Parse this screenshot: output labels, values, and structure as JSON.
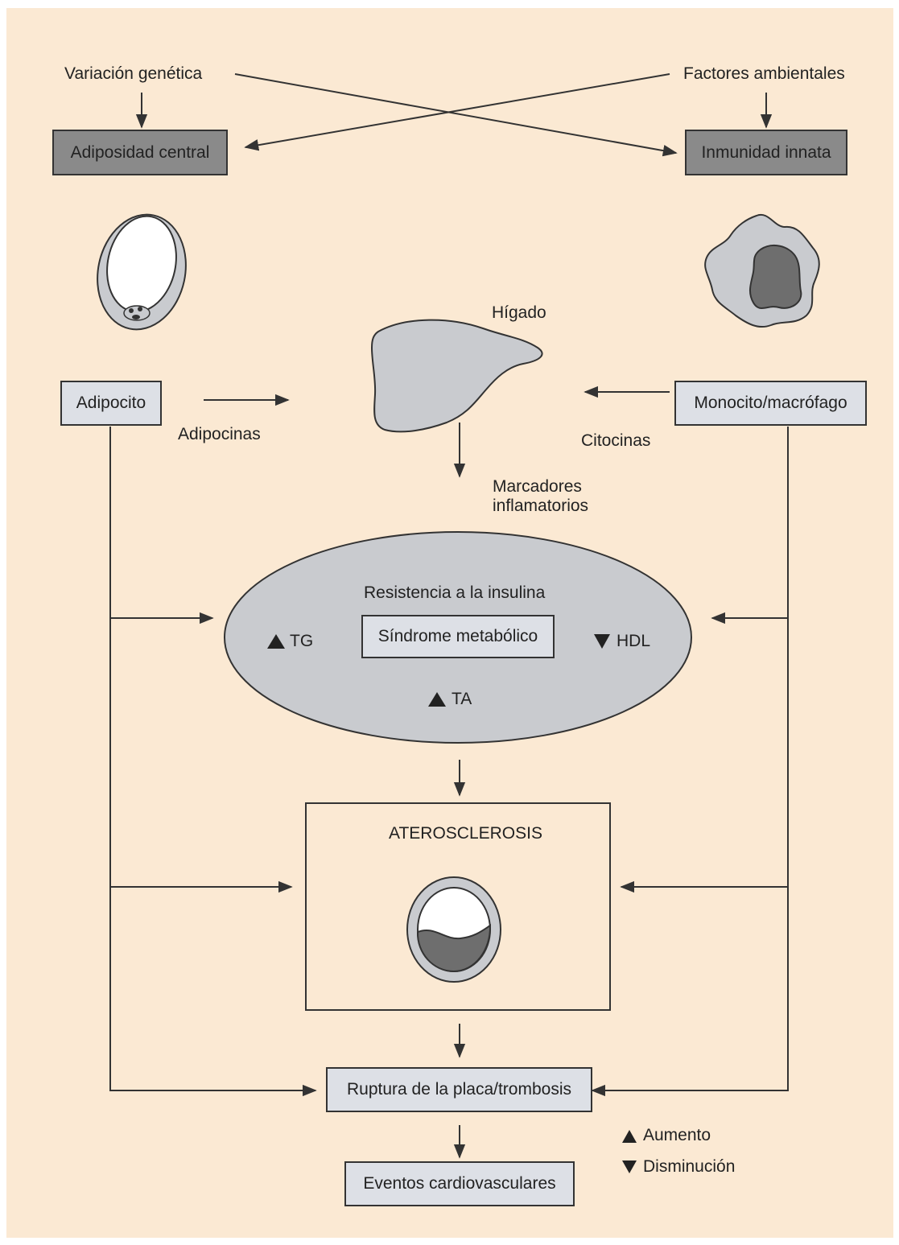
{
  "nodes": {
    "variacion_genetica": "Variación genética",
    "factores_ambientales": "Factores ambientales",
    "adiposidad_central": "Adiposidad central",
    "inmunidad_innata": "Inmunidad innata",
    "higado": "Hígado",
    "adipocito": "Adipocito",
    "monocito": "Monocito/macrófago",
    "adipocinas": "Adipocinas",
    "citocinas": "Citocinas",
    "marcadores": "Marcadores\ninflamatorios",
    "resistencia": "Resistencia a la insulina",
    "sindrome": "Síndrome metabólico",
    "tg": "TG",
    "hdl": "HDL",
    "ta": "TA",
    "aterosclerosis": "ATEROSCLEROSIS",
    "ruptura": "Ruptura de la placa/trombosis",
    "eventos": "Eventos cardiovasculares"
  },
  "legend": {
    "aumento": "Aumento",
    "disminucion": "Disminución"
  },
  "colors": {
    "background": "#fbe9d3",
    "dark_box": "#8a8a8a",
    "light_box": "#dde0e6",
    "organ_fill": "#c9cbcf",
    "cell_dark": "#6e6e6e",
    "line": "#333333"
  },
  "icons": {
    "increase": "triangle-up",
    "decrease": "triangle-down"
  }
}
